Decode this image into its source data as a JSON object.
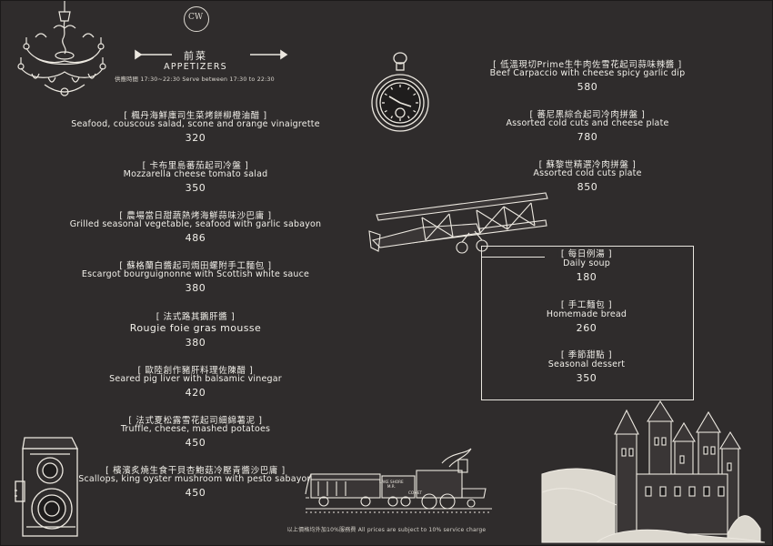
{
  "logo": {
    "letters": "CW"
  },
  "header": {
    "title_zh": "前菜",
    "title_en": "APPETIZERS",
    "hours": "供應時間 17:30~22:30   Serve between 17:30 to 22:30"
  },
  "left_items": [
    {
      "zh": "[ 楓丹海鮮庫司生菜烤餅柳橙油醋 ]",
      "en": "Seafood, couscous salad, scone and orange vinaigrette",
      "price": "320"
    },
    {
      "zh": "[ 卡布里島蕃茄起司冷盤 ]",
      "en": "Mozzarella cheese tomato salad",
      "price": "350"
    },
    {
      "zh": "[ 農場當日甜蔬熱烤海鮮蒜味沙巴庸 ]",
      "en": "Grilled seasonal vegetable, seafood with garlic sabayon",
      "price": "486"
    },
    {
      "zh": "[ 蘇格蘭白醬起司焗田螺附手工麵包 ]",
      "en": "Escargot bourguignonne with Scottish white sauce",
      "price": "380"
    },
    {
      "zh": "[ 法式路其鵝肝醬 ]",
      "en": "Rougie foie gras mousse",
      "price": "380"
    },
    {
      "zh": "[ 歐陸創作豬肝料理佐陳醋 ]",
      "en": "Seared pig liver with balsamic vinegar",
      "price": "420"
    },
    {
      "zh": "[ 法式夏松露雪花起司細綿薯泥 ]",
      "en": "Truffle, cheese, mashed potatoes",
      "price": "450"
    },
    {
      "zh": "[ 檳濱炙燒生食干貝杏鮑菇冷壓青醬沙巴庸 ]",
      "en": "Scallops, king oyster mushroom with pesto sabayon",
      "price": "450"
    }
  ],
  "right_items": [
    {
      "zh": "[ 低溫現切Prime生牛肉佐雪花起司蒜味辣醬 ]",
      "en": "Beef Carpaccio with cheese spicy garlic dip",
      "price": "580"
    },
    {
      "zh": "[ 蕃尼黑綜合起司冷肉拼盤 ]",
      "en": "Assorted cold cuts and cheese plate",
      "price": "780"
    },
    {
      "zh": "[ 蘇黎世精選冷肉拼盤 ]",
      "en": "Assorted cold cuts plate",
      "price": "850"
    }
  ],
  "box_items": [
    {
      "zh": "[ 每日例湯 ]",
      "en": "Daily soup",
      "price": "180"
    },
    {
      "zh": "[ 手工麵包 ]",
      "en": "Homemade bread",
      "price": "260"
    },
    {
      "zh": "[ 季節甜點 ]",
      "en": "Seasonal dessert",
      "price": "350"
    }
  ],
  "train": {
    "car_label": "LAKE SHORE",
    "car_label_2": "M.R.",
    "engine_label": "COMET"
  },
  "footer": "以上價格均外加10%服務費  All prices are subject to 10% service charge",
  "icons": [
    "chandelier-icon",
    "pocket-watch-icon",
    "biplane-icon",
    "camera-icon",
    "train-icon",
    "castle-icon",
    "arrow-icon"
  ]
}
